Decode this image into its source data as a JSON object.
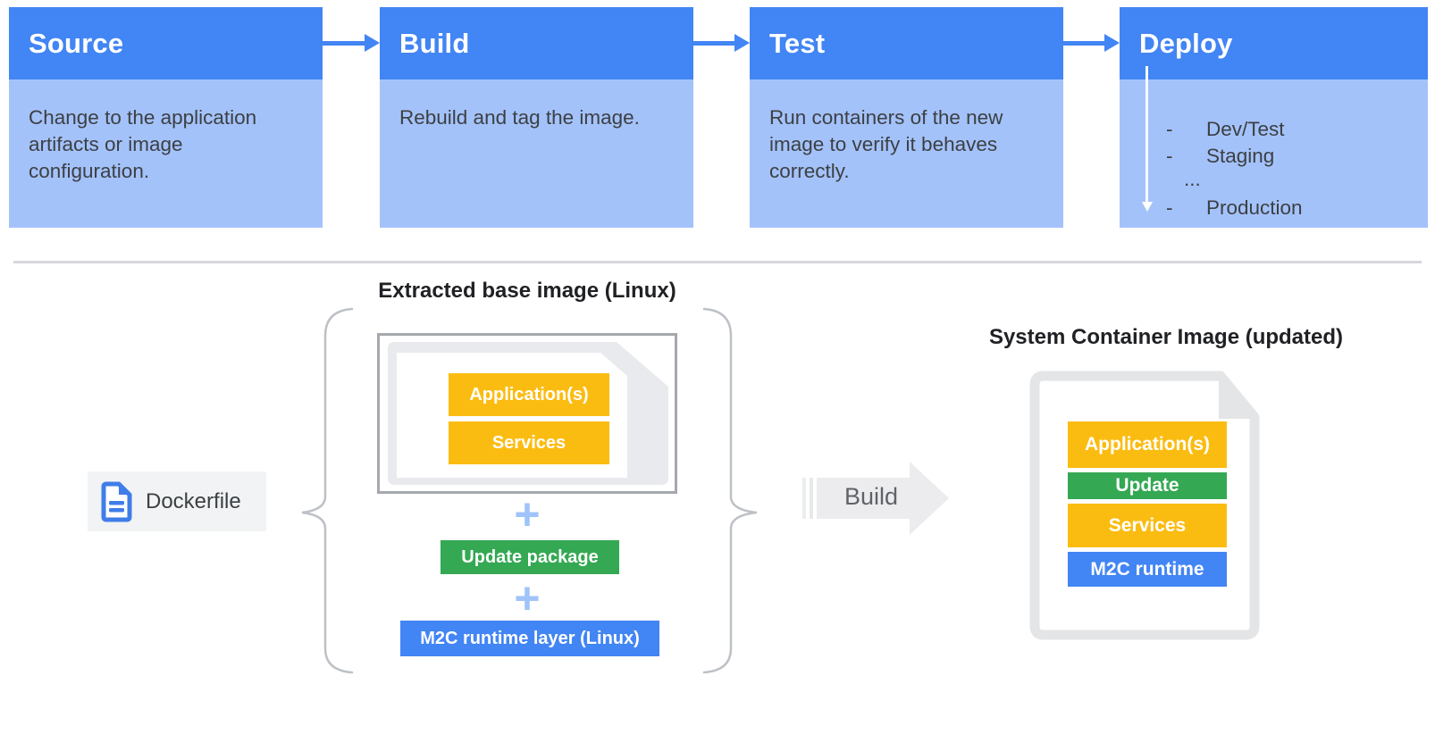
{
  "pipeline": {
    "stages": [
      {
        "title": "Source",
        "description": "Change to the application artifacts or image configuration."
      },
      {
        "title": "Build",
        "description": "Rebuild and tag the image."
      },
      {
        "title": "Test",
        "description": "Run containers of the new image to verify it behaves correctly."
      },
      {
        "title": "Deploy",
        "items": [
          {
            "bullet": "-",
            "label": "Dev/Test"
          },
          {
            "bullet": "-",
            "label": "Staging"
          },
          {
            "bullet": "",
            "label": "..."
          },
          {
            "bullet": "-",
            "label": "Production"
          }
        ]
      }
    ]
  },
  "build_flow": {
    "dockerfile_label": "Dockerfile",
    "base_image_title": "Extracted base image (Linux)",
    "base_layers": [
      "Application(s)",
      "Services"
    ],
    "plus": "+",
    "update_package_label": "Update package",
    "runtime_layer_label": "M2C runtime layer (Linux)",
    "build_arrow_label": "Build",
    "result_title": "System Container Image (updated)",
    "result_layers": [
      "Application(s)",
      "Update",
      "Services",
      "M2C runtime"
    ]
  },
  "colors": {
    "header_blue": "#4285f4",
    "body_blue": "#a4c2fa",
    "yellow": "#fbbc12",
    "green": "#34a853",
    "blue": "#4285f4",
    "plus_blue": "#a0c3fa",
    "document_gray": "#e8eaed",
    "text_dark": "#3c4043"
  }
}
